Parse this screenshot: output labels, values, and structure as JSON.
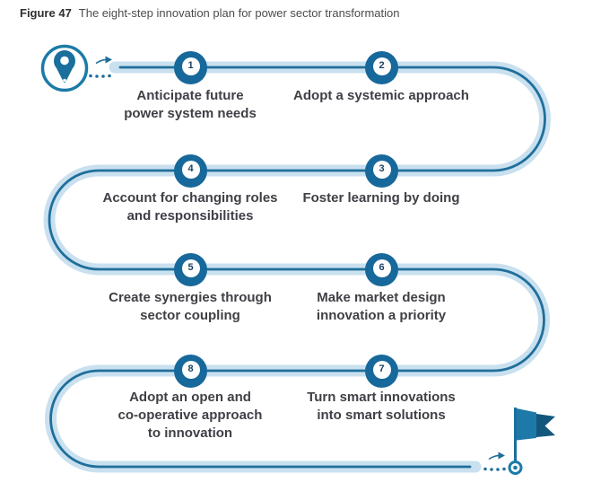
{
  "figure": {
    "label": "Figure 47",
    "title": "The eight-step innovation plan for power sector transformation"
  },
  "steps": [
    {
      "number": "1",
      "lines": [
        "Anticipate future",
        "power system needs"
      ]
    },
    {
      "number": "2",
      "lines": [
        "Adopt a systemic approach"
      ]
    },
    {
      "number": "3",
      "lines": [
        "Foster learning by doing"
      ]
    },
    {
      "number": "4",
      "lines": [
        "Account for changing roles",
        "and responsibilities"
      ]
    },
    {
      "number": "5",
      "lines": [
        "Create synergies through",
        "sector coupling"
      ]
    },
    {
      "number": "6",
      "lines": [
        "Make market design",
        "innovation a priority"
      ]
    },
    {
      "number": "7",
      "lines": [
        "Turn smart innovations",
        "into smart solutions"
      ]
    },
    {
      "number": "8",
      "lines": [
        "Adopt an open and",
        "co-operative approach",
        "to innovation"
      ]
    }
  ],
  "icons": {
    "start": "map-pin-icon",
    "end": "flag-icon",
    "connector": "dotted-arrow-icon"
  },
  "colors": {
    "path_band": "#c9e0ef",
    "path_line": "#1f6f9b",
    "node_fill": "#17689b",
    "node_inner": "#ffffff",
    "node_number": "#1c3f5e",
    "label_text": "#3f3f46",
    "icon_stroke": "#1b7ba7",
    "pin_fill": "#1a6f9c",
    "flag_main": "#1e79a8",
    "flag_dark": "#14577d",
    "caption_label": "#2f2f2f",
    "caption_title": "#4c4c4c"
  }
}
